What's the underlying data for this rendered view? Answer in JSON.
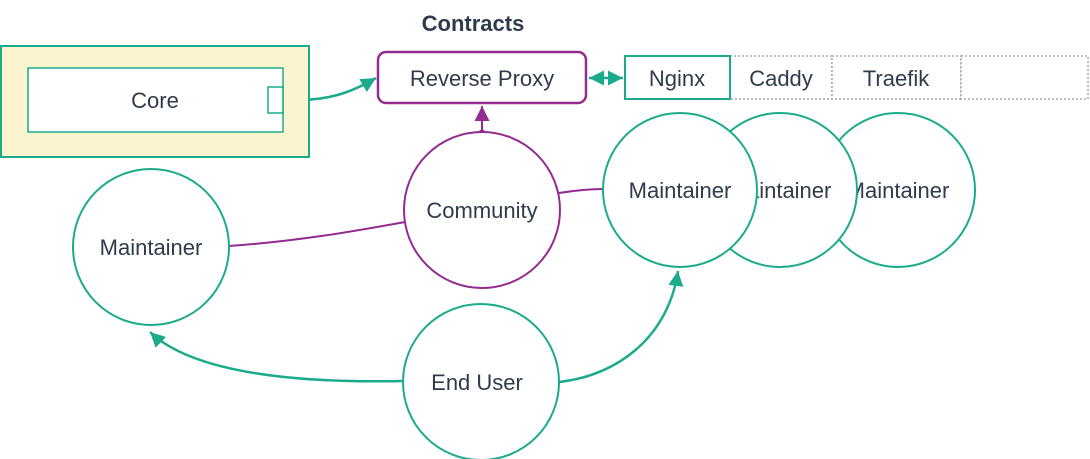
{
  "title": "Contracts",
  "colors": {
    "teal": "#1BAB8C",
    "purple": "#942B90",
    "cream": "#FCF3CF",
    "text": "#2F3B4C",
    "dash": "#999999"
  },
  "nodes": {
    "core": {
      "label": "Core"
    },
    "reverse_proxy": {
      "label": "Reverse Proxy"
    },
    "proxies": [
      {
        "label": "Nginx"
      },
      {
        "label": "Caddy"
      },
      {
        "label": "Traefik"
      },
      {
        "label": ""
      }
    ],
    "community": {
      "label": "Community"
    },
    "maintainer_left": {
      "label": "Maintainer"
    },
    "maintainers_right": [
      {
        "label": "Maintainer"
      },
      {
        "label": "Maintainer"
      },
      {
        "label": "Maintainer"
      }
    ],
    "end_user": {
      "label": "End User"
    }
  }
}
